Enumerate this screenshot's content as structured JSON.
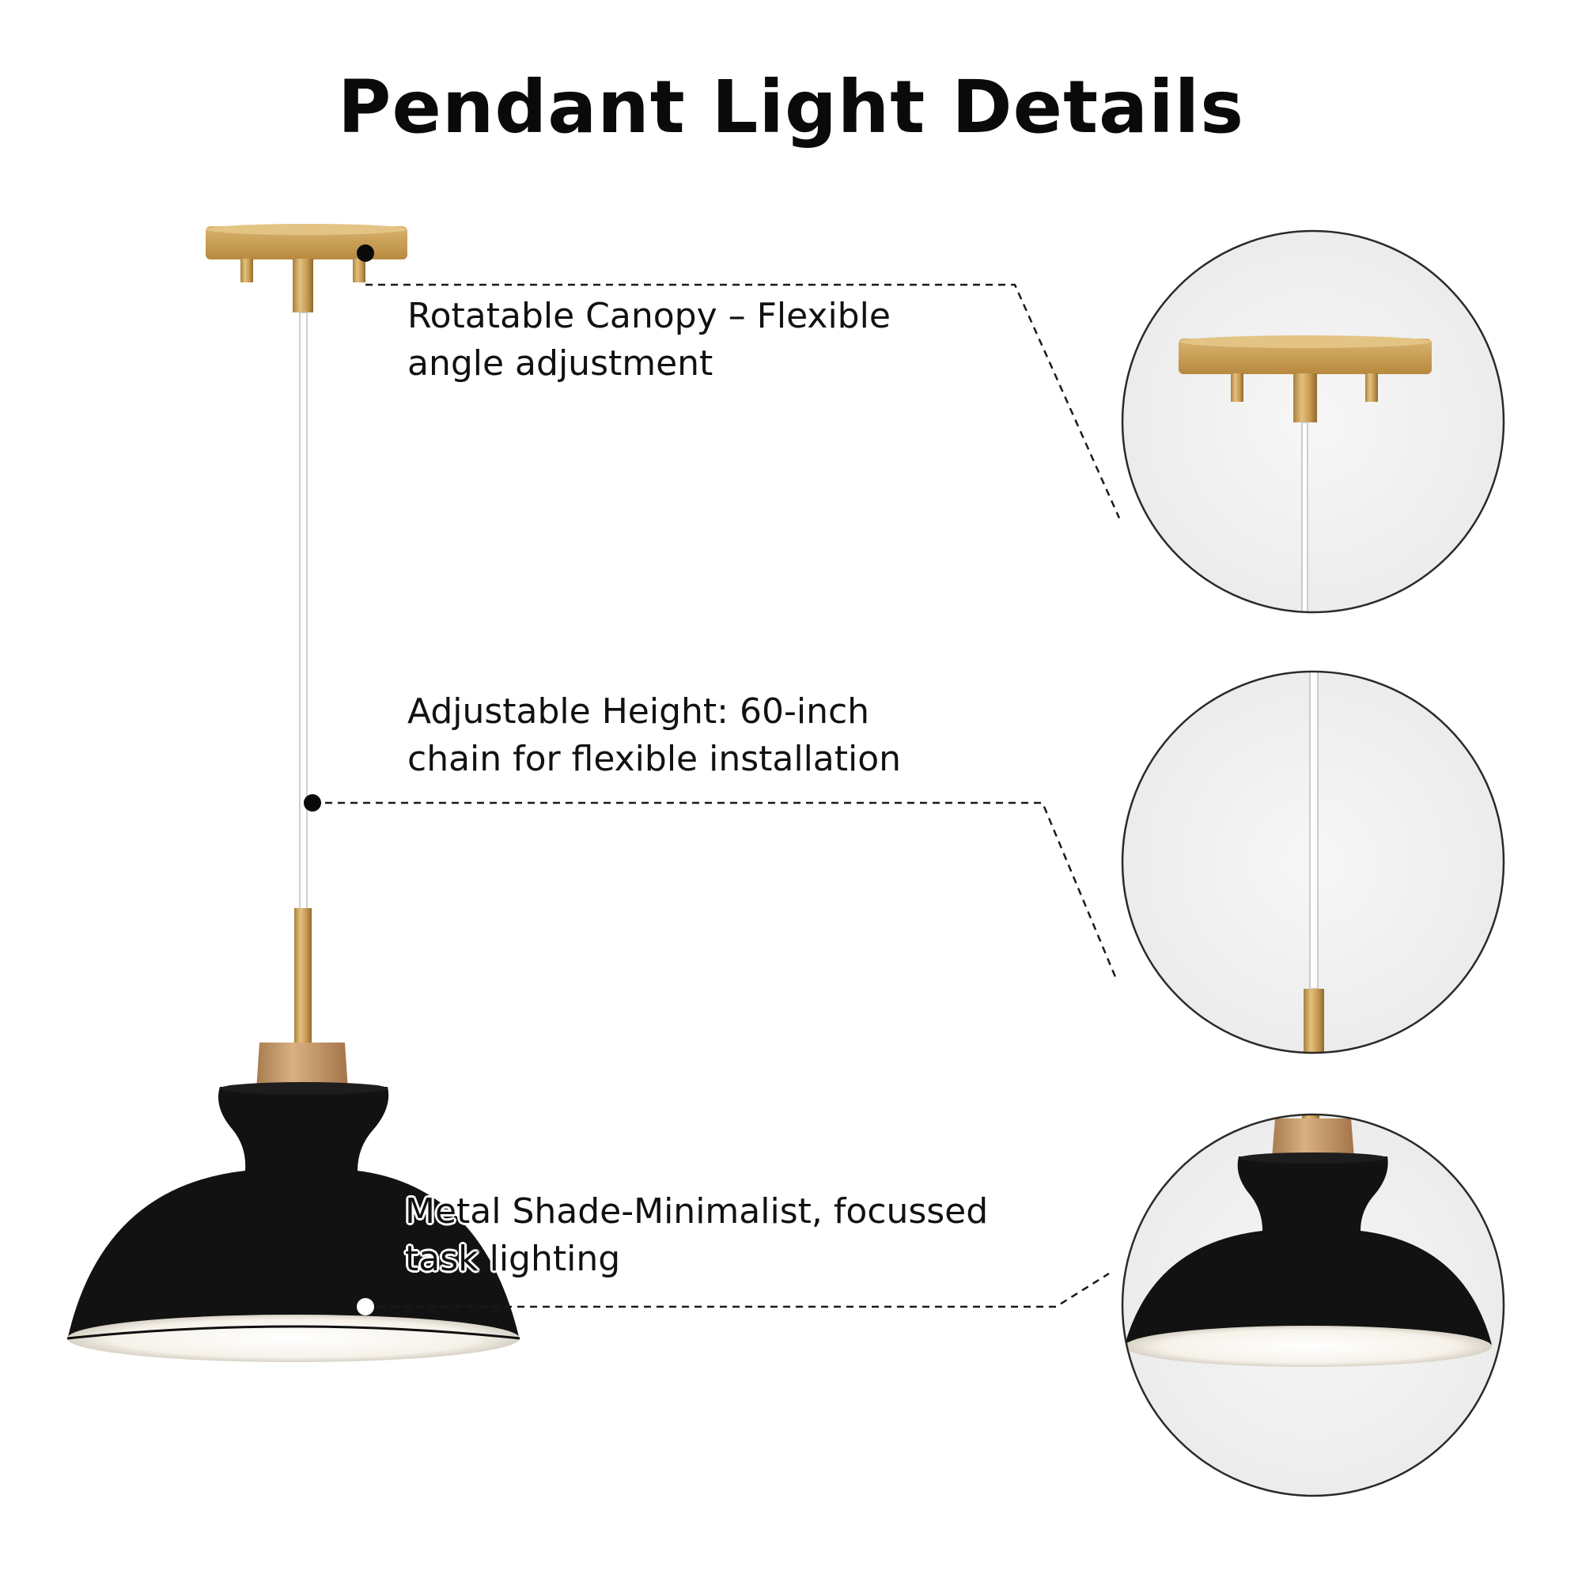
{
  "title": "Pendant Light Details",
  "callouts": {
    "canopy": [
      "Rotatable Canopy – Flexible",
      "angle adjustment"
    ],
    "height": [
      "Adjustable Height: 60-inch",
      "chain for flexible installation"
    ],
    "shade": [
      "Metal Shade-Minimalist, focussed",
      "task lighting"
    ]
  },
  "colors": {
    "brass": "#c9a15a",
    "shade": "#121212",
    "wood": "#c49a6c",
    "cord": "#ffffff"
  }
}
